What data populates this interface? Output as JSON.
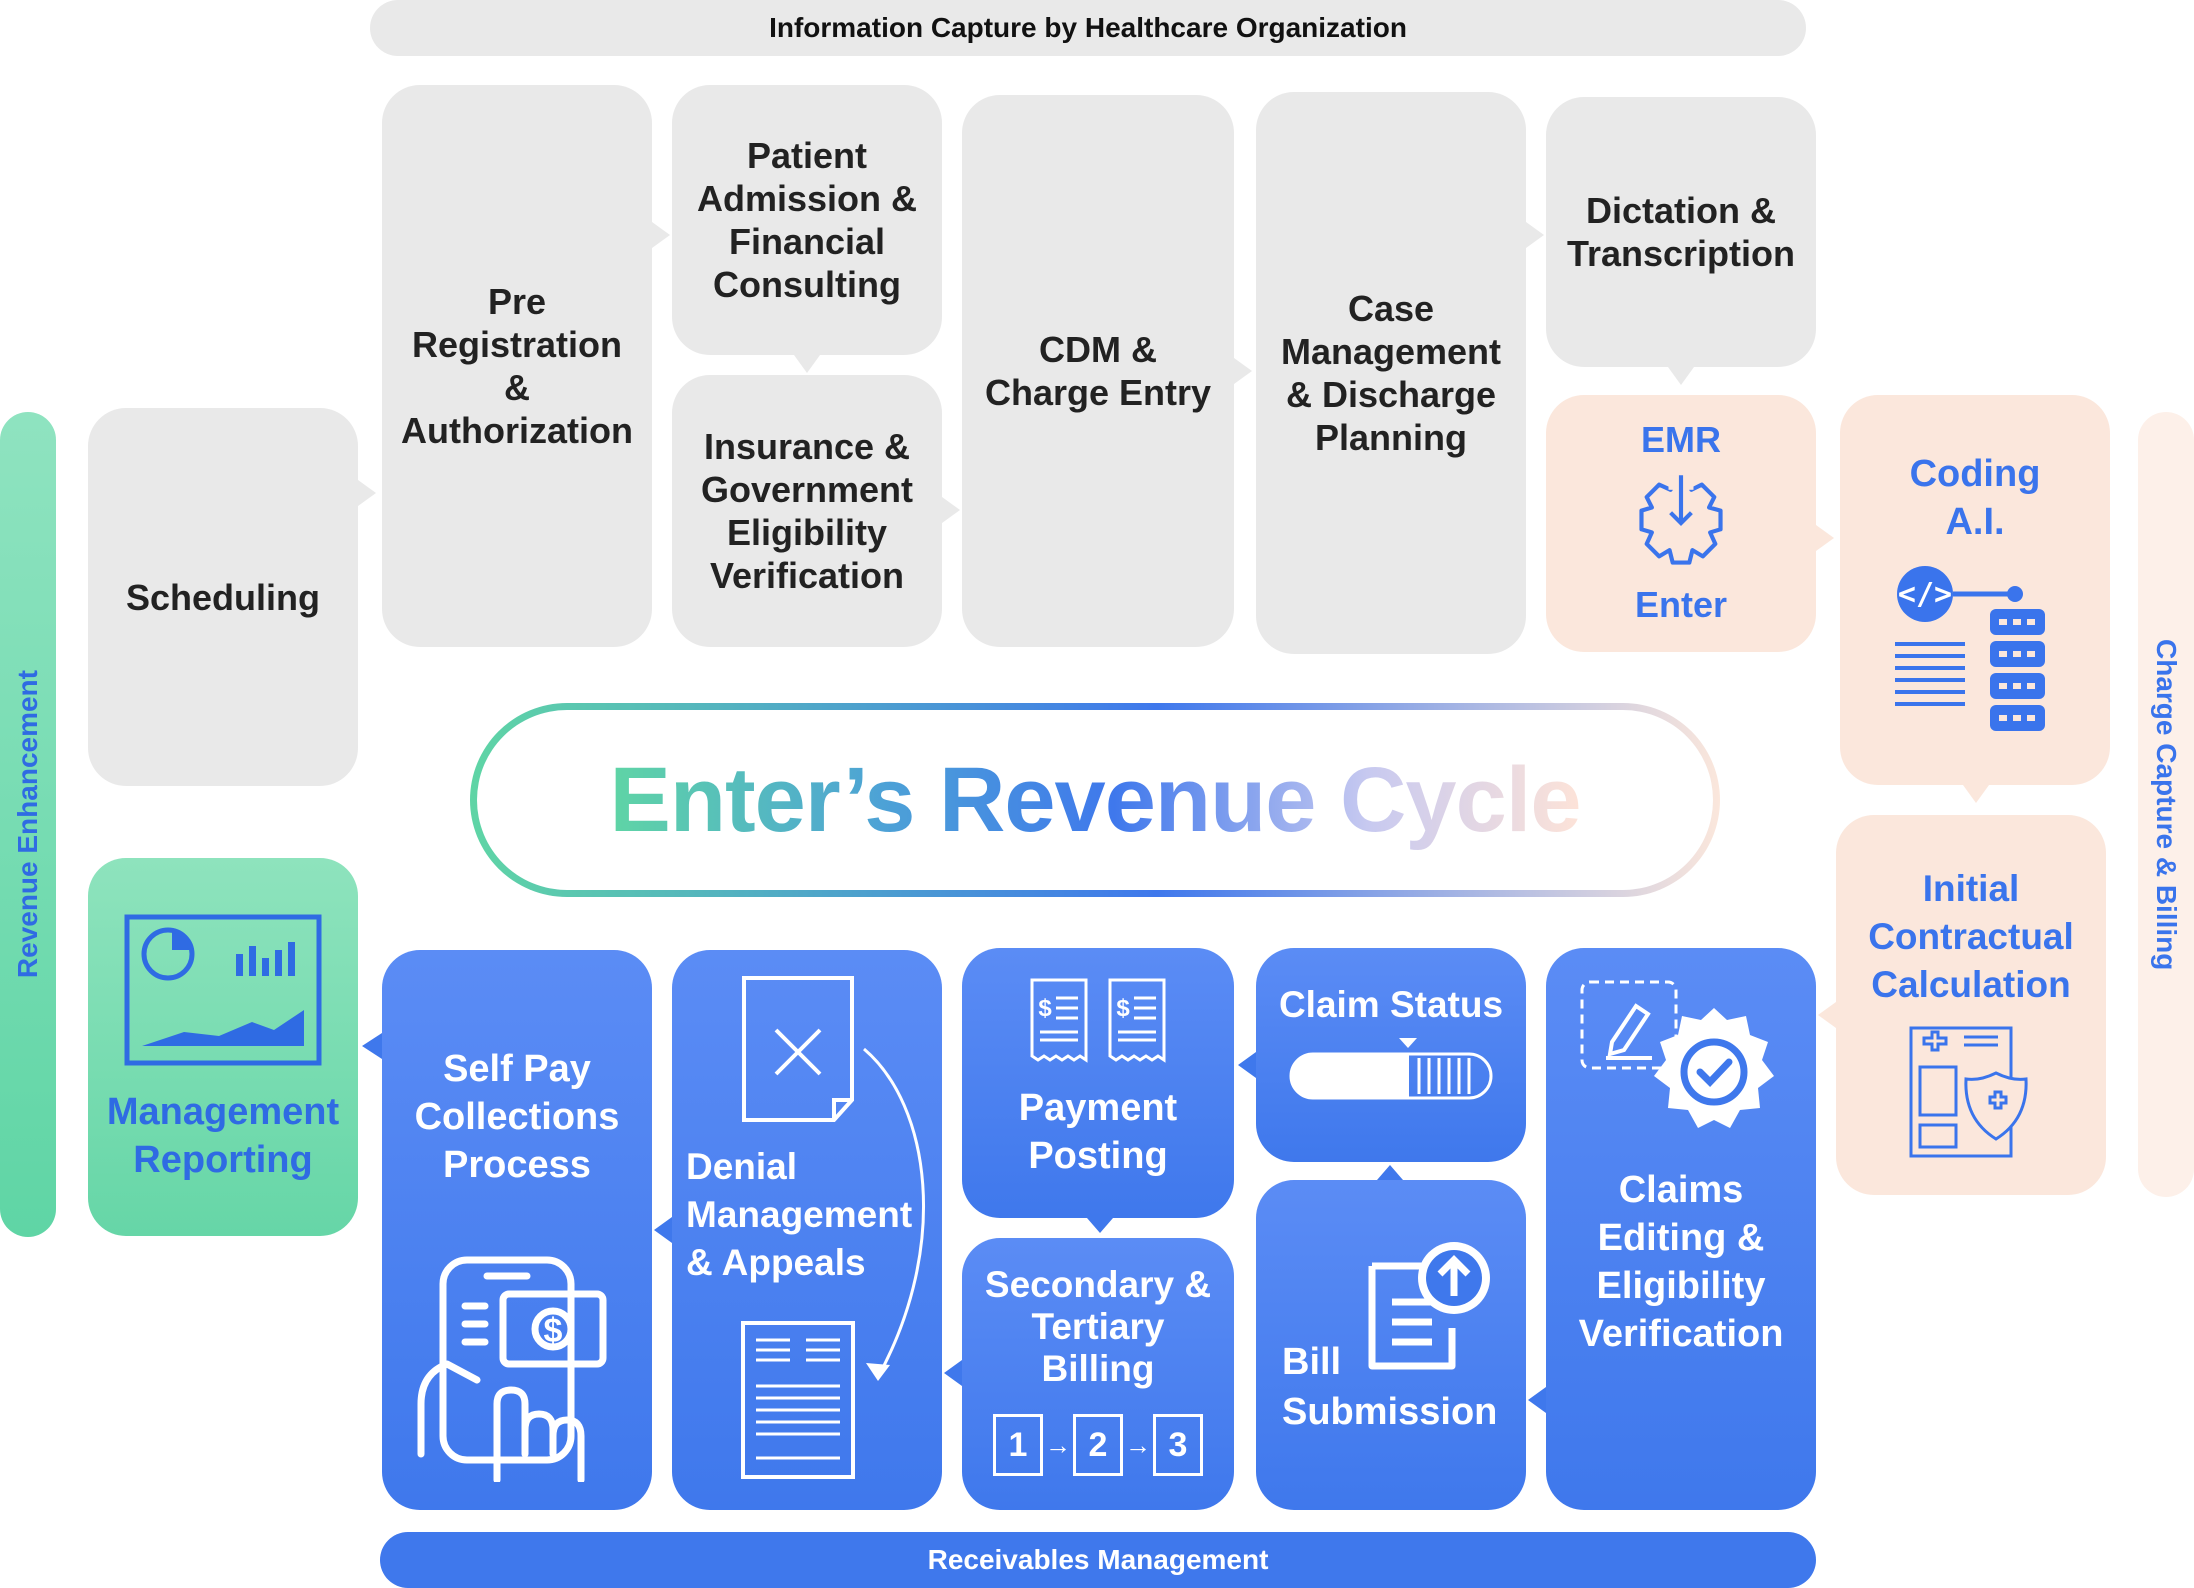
{
  "top_banner": "Information Capture by Healthcare Organization",
  "bottom_banner": "Receivables Management",
  "left_side_label": "Revenue Enhancement",
  "right_side_label": "Charge Capture & Billing",
  "center_title": "Enter’s Revenue Cycle",
  "steps": {
    "scheduling": "Scheduling",
    "pre_registration": "Pre Registration & Authorization",
    "patient_admission": "Patient Admission & Financial Consulting",
    "insurance_verification": "Insurance & Government Eligibility Verification",
    "cdm_charge_entry": "CDM & Charge Entry",
    "case_management": "Case Management & Discharge Planning",
    "dictation": "Dictation & Transcription",
    "emr_title": "EMR",
    "emr_subtitle": "Enter",
    "coding_ai": "Coding A.I.",
    "initial_contractual": "Initial Contractual Calculation",
    "claims_editing": "Claims Editing & Eligibility Verification",
    "bill_submission": "Bill Submission",
    "claim_status": "Claim Status",
    "payment_posting": "Payment Posting",
    "secondary_billing": "Secondary & Tertiary Billing",
    "denial_management": "Denial Management & Appeals",
    "self_pay": "Self Pay Collections Process",
    "management_reporting": "Management Reporting"
  },
  "billing_sequence": [
    "1",
    "2",
    "3"
  ],
  "colors": {
    "gray": "#e9e9e9",
    "blue": "#3f78ec",
    "peach": "#fbe7dc",
    "green": "#66d6a7"
  }
}
